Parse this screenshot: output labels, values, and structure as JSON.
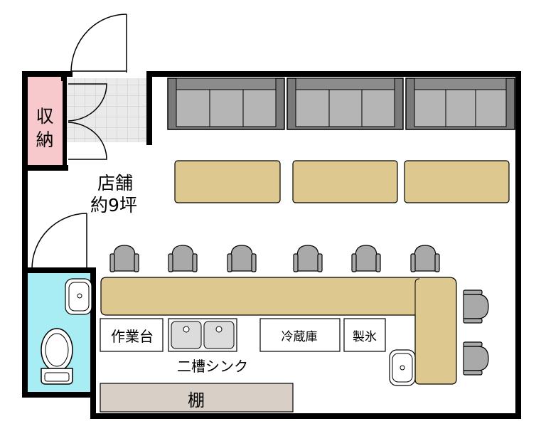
{
  "rooms": {
    "storage": "収納",
    "shop_line1": "店舗",
    "shop_line2": "約9坪"
  },
  "fixtures": {
    "work_table": "作業台",
    "double_sink": "二槽シンク",
    "refrigerator": "冷蔵庫",
    "ice_maker": "製氷",
    "shelf": "棚"
  },
  "colors": {
    "wall": "#000000",
    "storage_fill": "#f7c9cc",
    "toilet_fill": "#a8edf3",
    "counter_fill": "#ddc890",
    "sofa_fill": "#a9a9a9",
    "shelf_fill": "#d8d0c6",
    "floor_tile": "#e9e9e9"
  }
}
